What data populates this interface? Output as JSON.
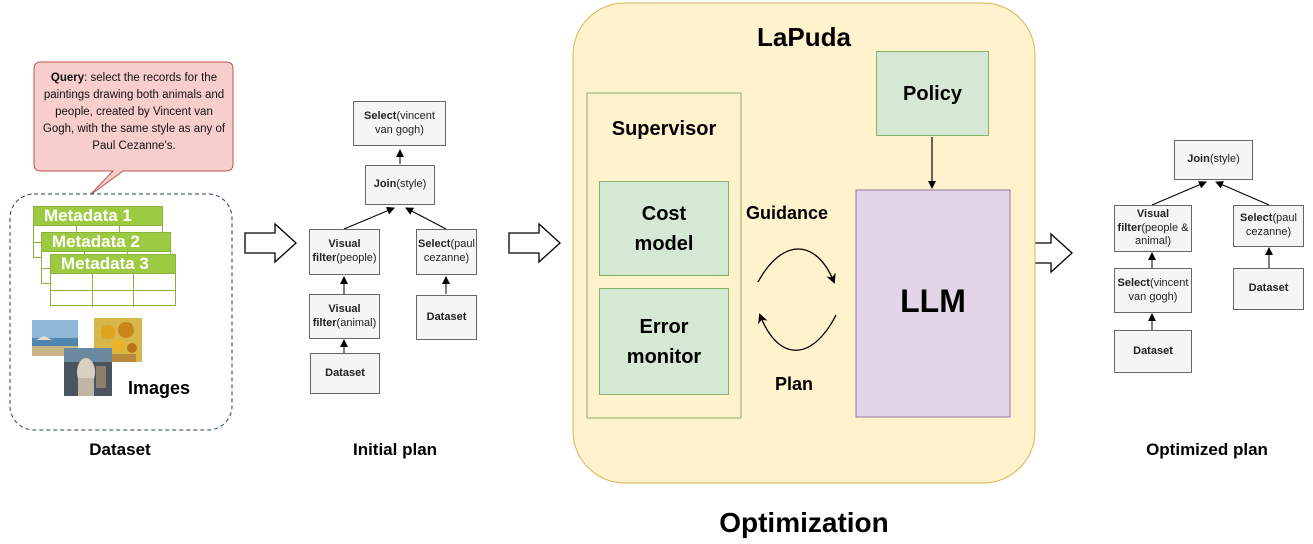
{
  "query": {
    "label": "Query",
    "text": ": select the records for the paintings drawing both animals and people, created by Vincent van Gogh, with the same style as any of Paul Cezanne's."
  },
  "dataset_panel": {
    "metadata": [
      "Metadata  1",
      "Metadata  2",
      "Metadata  3"
    ],
    "images_label": "Images",
    "caption": "Dataset"
  },
  "initial_plan": {
    "caption": "Initial plan",
    "select_vvg": {
      "bold": "Select",
      "rest": "(vincent van gogh)"
    },
    "join": {
      "bold": "Join",
      "rest": "(style)"
    },
    "visual_people": {
      "bold": "Visual filter",
      "rest": "(people)"
    },
    "select_pc": {
      "bold": "Select",
      "rest": "(paul cezanne)"
    },
    "visual_animal": {
      "bold": "Visual filter",
      "rest": "(animal)"
    },
    "dataset_left": "Dataset",
    "dataset_right": "Dataset"
  },
  "lapuda": {
    "title": "LaPuda",
    "supervisor": "Supervisor",
    "cost_model": "Cost model",
    "error_monitor": "Error monitor",
    "policy": "Policy",
    "llm": "LLM",
    "guidance": "Guidance",
    "plan": "Plan",
    "caption": "Optimization"
  },
  "optimized_plan": {
    "caption": "Optimized plan",
    "join": {
      "bold": "Join",
      "rest": "(style)"
    },
    "visual": {
      "bold": "Visual filter",
      "rest": "(people & animal)"
    },
    "select_pc": {
      "bold": "Select",
      "rest": "(paul cezanne)"
    },
    "select_vvg": {
      "bold": "Select",
      "rest": "(vincent van gogh)"
    },
    "dataset_left": "Dataset",
    "dataset_right": "Dataset"
  },
  "colors": {
    "query_fill": "#f8cecc",
    "query_stroke": "#b85450",
    "lapuda_fill": "#fff2cc",
    "lapuda_stroke": "#d6b656",
    "green_fill": "#d5e8d4",
    "green_stroke": "#82b366",
    "llm_fill": "#e1d5e7",
    "llm_stroke": "#9673a6",
    "metadata_green": "#9ccb42"
  }
}
